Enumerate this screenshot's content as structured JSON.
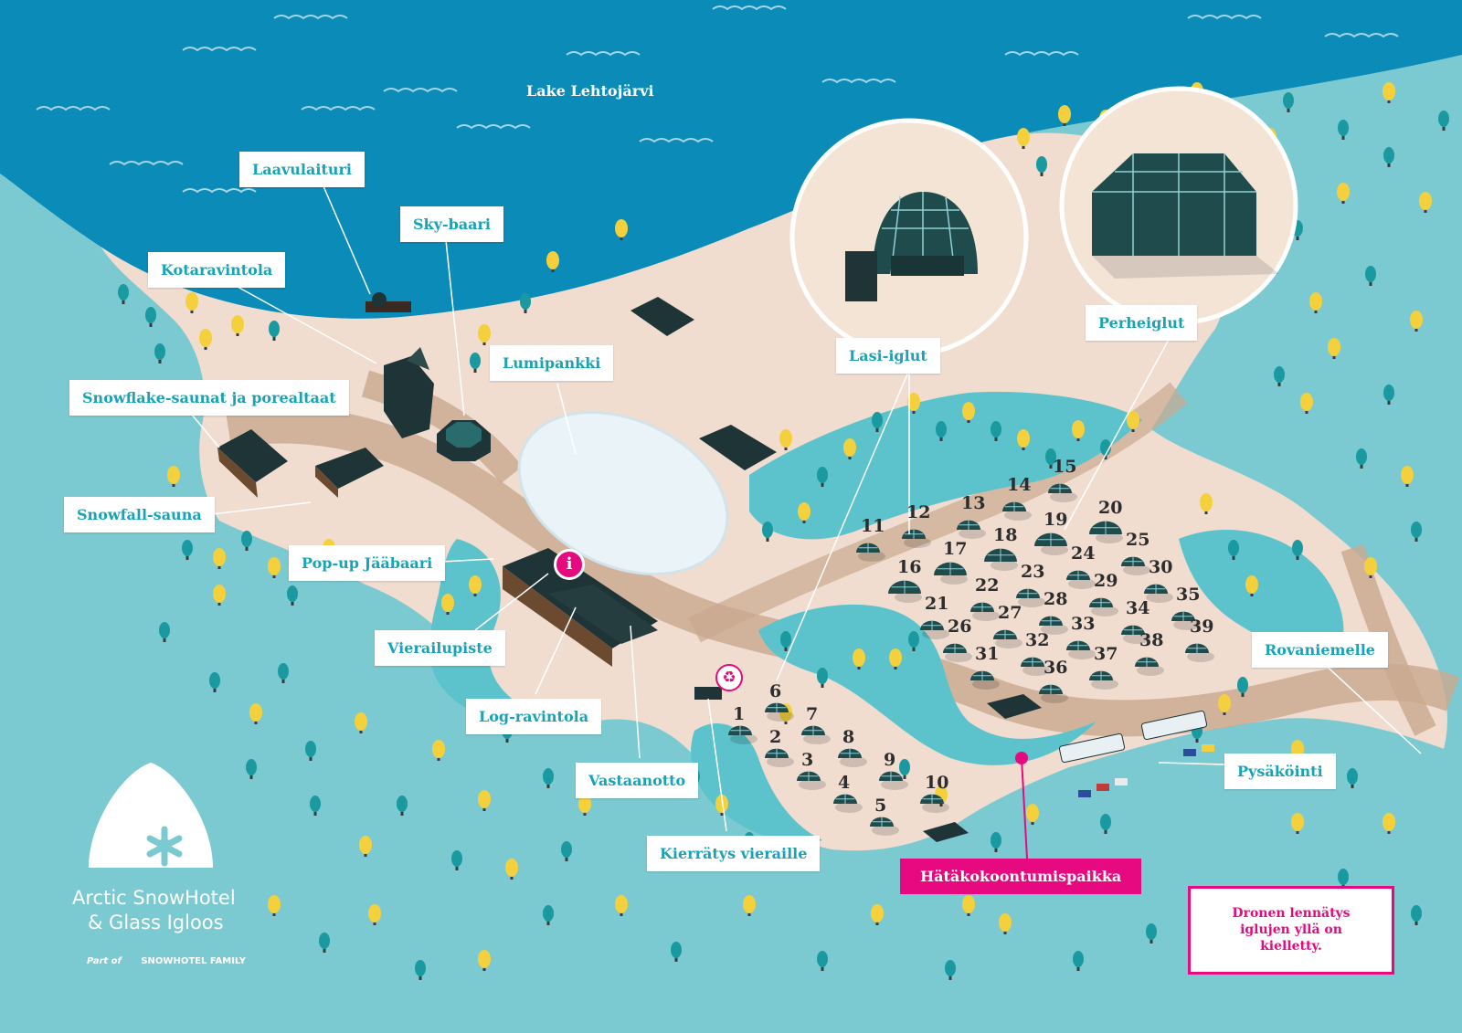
{
  "map": {
    "lake_name": "Lake Lehtojärvi",
    "colors": {
      "lake": "#0a8bb8",
      "ground": "#f0ddd0",
      "path": "#c9a98e",
      "water": "#7ccad1",
      "pond": "#5cc3cc",
      "lodge": "#1e3436",
      "igloo": "#1f4b4d",
      "tree_green": "#1a9aa0",
      "tree_yellow": "#f4d13c",
      "label_text": "#1aa3b5",
      "alert": "#e6097f"
    },
    "labels": {
      "laavulaituri": "Laavulaituri",
      "sky_baari": "Sky-baari",
      "kotaravintola": "Kotaravintola",
      "lumipankki": "Lumipankki",
      "snowflake": "Snowflake-saunat ja porealtaat",
      "snowfall": "Snowfall-sauna",
      "popup": "Pop-up Jääbaari",
      "vierailupiste": "Vierailupiste",
      "log_ravintola": "Log-ravintola",
      "vastaanotto": "Vastaanotto",
      "kierratys": "Kierrätys vieraille",
      "lasi_iglut": "Lasi-iglut",
      "perheiglut": "Perheiglut",
      "rovaniemelle": "Rovaniemelle",
      "pysakointi": "Pysäköinti"
    },
    "emergency_label": "Hätäkokoontumispaikka",
    "drone_notice": "Dronen lennätys iglujen yllä on kielletty.",
    "info_icon": "i",
    "recycle_icon": "♻",
    "igloo_numbers": [
      "1",
      "2",
      "3",
      "4",
      "5",
      "6",
      "7",
      "8",
      "9",
      "10",
      "11",
      "12",
      "13",
      "14",
      "15",
      "16",
      "17",
      "18",
      "19",
      "20",
      "21",
      "22",
      "23",
      "24",
      "25",
      "26",
      "27",
      "28",
      "29",
      "30",
      "31",
      "32",
      "33",
      "34",
      "35",
      "36",
      "37",
      "38",
      "39"
    ],
    "icons": {
      "logo": "snowflake-arch-logo-icon",
      "info": "info-icon",
      "recycle": "recycle-icon",
      "emergency_pin": "emergency-pin-icon"
    }
  },
  "logo": {
    "line1": "Arctic SnowHotel",
    "line2": "& Glass Igloos",
    "part_of": "Part of",
    "family": "SNOWHOTEL FAMILY"
  }
}
